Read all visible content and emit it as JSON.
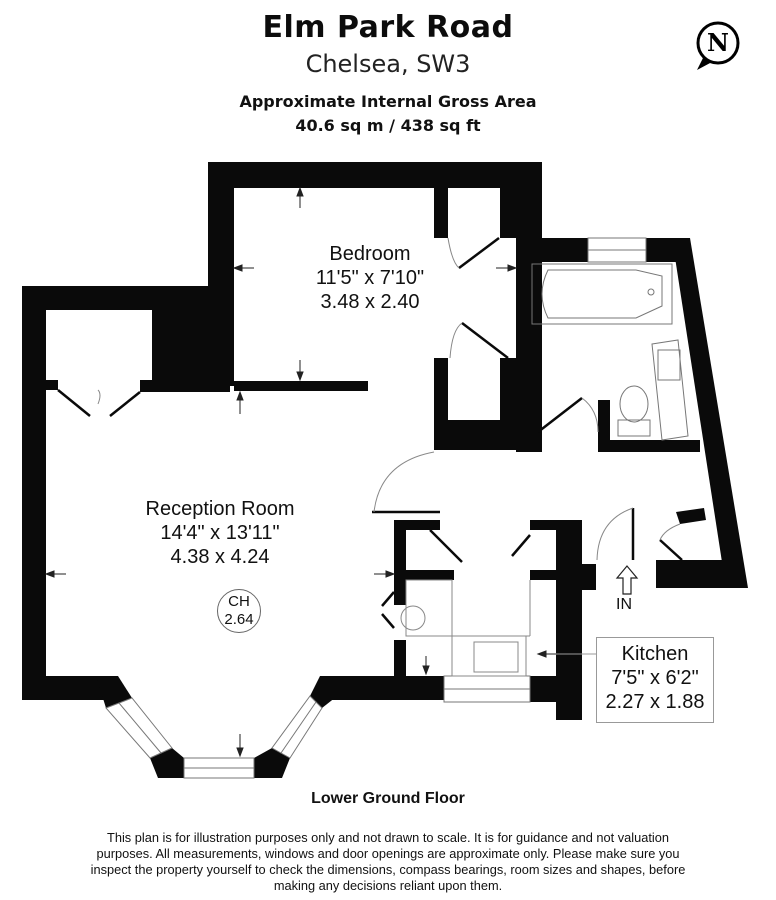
{
  "header": {
    "title": "Elm Park Road",
    "subtitle": "Chelsea, SW3",
    "area_label": "Approximate Internal Gross Area",
    "area_value": "40.6 sq m / 438 sq ft"
  },
  "compass": {
    "icon": "north-compass-icon",
    "letter": "N"
  },
  "rooms": {
    "bedroom": {
      "name": "Bedroom",
      "imperial": "11'5\" x 7'10\"",
      "metric": "3.48 x 2.40"
    },
    "reception": {
      "name": "Reception Room",
      "imperial": "14'4\" x 13'11\"",
      "metric": "4.38 x 4.24"
    },
    "kitchen": {
      "name": "Kitchen",
      "imperial": "7'5\" x 6'2\"",
      "metric": "2.27 x 1.88"
    }
  },
  "ceiling_height": {
    "label": "CH",
    "value": "2.64"
  },
  "entrance": {
    "label": "IN",
    "icon": "entrance-arrow-icon"
  },
  "floor_label": "Lower Ground Floor",
  "disclaimer": "This plan is for illustration purposes only and not drawn to scale. It is for guidance and not valuation purposes. All measurements, windows and door openings are approximate only. Please make sure you inspect the property yourself to check the dimensions, compass bearings, room sizes and shapes, before making any decisions reliant upon them.",
  "colors": {
    "wall": "#0a0a0a",
    "fixture_line": "#777777",
    "background": "#ffffff"
  }
}
